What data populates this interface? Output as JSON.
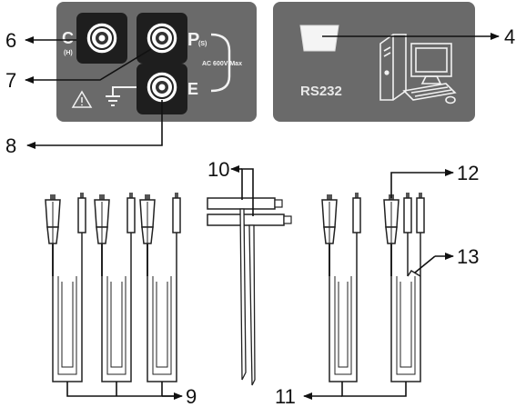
{
  "terminal_panel": {
    "terminals": [
      {
        "letter": "C",
        "sub": "(H)"
      },
      {
        "letter": "P",
        "sub": "(S)"
      },
      {
        "letter": "E",
        "sub": ""
      }
    ],
    "rating_text": "AC 600V Max"
  },
  "interface_panel": {
    "port_label": "RS232"
  },
  "callouts": {
    "c4": "4",
    "c6": "6",
    "c7": "7",
    "c8": "8",
    "c9": "9",
    "c10": "10",
    "c11": "11",
    "c12": "12",
    "c13": "13"
  },
  "colors": {
    "panel": "#6a6a6a",
    "jack_housing": "#1e1e1e",
    "line": "#111111"
  }
}
